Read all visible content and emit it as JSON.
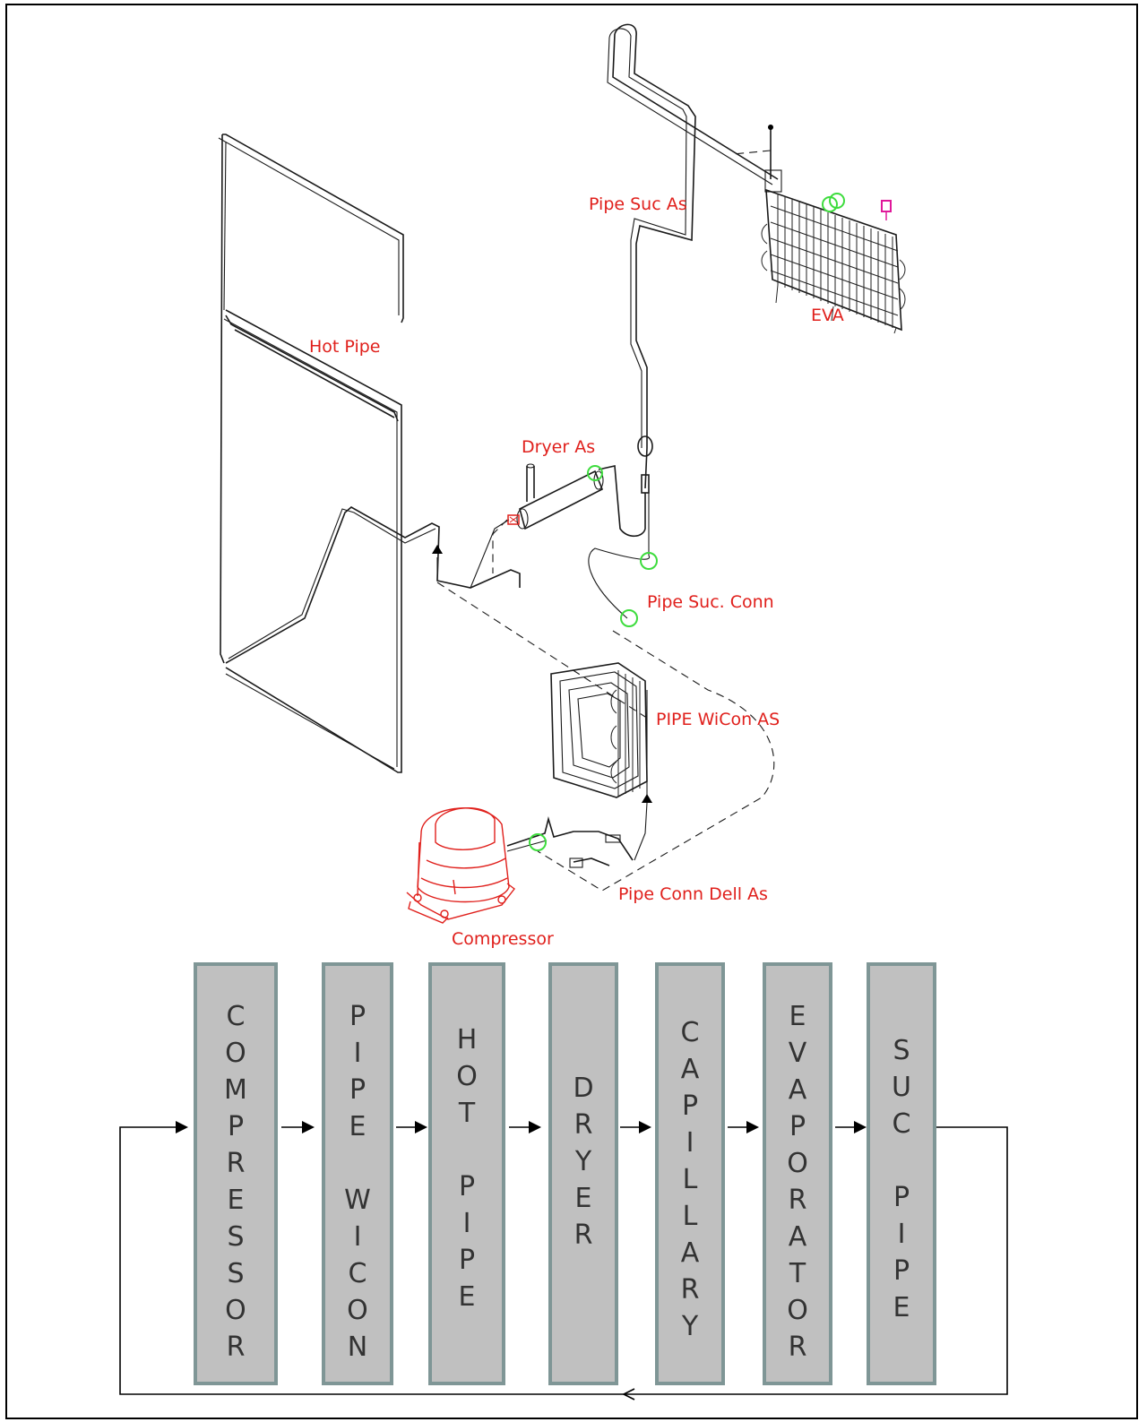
{
  "labels": {
    "pipe_suc_as": "Pipe Suc As",
    "eva": "EVA",
    "hot_pipe": "Hot Pipe",
    "dryer_as": "Dryer As",
    "pipe_suc_conn": "Pipe Suc. Conn",
    "pipe_wicon_as": "PIPE WiCon AS",
    "pipe_conn_dell_as": "Pipe Conn Dell As",
    "compressor": "Compressor"
  },
  "flow": [
    {
      "id": "compressor",
      "text": "C\nO\nM\nP\nR\nE\nS\nS\nO\nR"
    },
    {
      "id": "pipe-wicon",
      "text": "P\nI\nP\nE\n\nW\nI\nC\nO\nN"
    },
    {
      "id": "hot-pipe",
      "text": "H\nO\nT\n\nP\nI\nP\nE"
    },
    {
      "id": "dryer",
      "text": "D\nR\nY\nE\nR"
    },
    {
      "id": "capillary",
      "text": "C\nA\nP\nI\nL\nL\nA\nR\nY"
    },
    {
      "id": "evaporator",
      "text": "E\nV\nA\nP\nO\nR\nA\nT\nO\nR"
    },
    {
      "id": "suc-pipe",
      "text": "S\nU\nC\n\nP\nI\nP\nE"
    }
  ],
  "colors": {
    "label": "#e0201c",
    "box_fill": "#c0c0c0",
    "box_border": "#7f9696",
    "highlight": "#3ddc3d",
    "marker": "#e0189a"
  }
}
